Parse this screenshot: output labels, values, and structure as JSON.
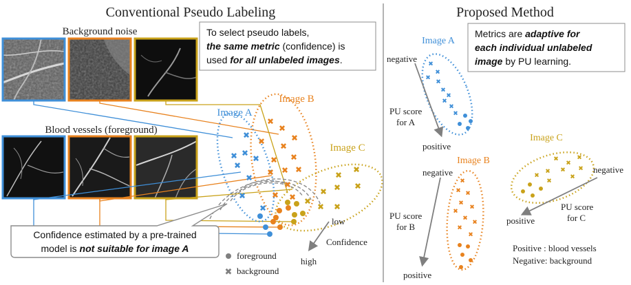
{
  "colors": {
    "image_a": "#3f8fd8",
    "image_b": "#e8821e",
    "image_c": "#c9a21a",
    "marker_gray": "#7f7f7f",
    "divider": "#9a9a9a"
  },
  "left": {
    "title": "Conventional Pseudo Labeling",
    "background_noise_label": "Background noise",
    "blood_vessels_label": "Blood vessels (foreground)",
    "note_line1": "To select pseudo labels,",
    "note_line2_bold": "the same metric",
    "note_line2_rest": " (confidence) is",
    "note_line3_normal": "used ",
    "note_line3_bold": "for all unlabeled images",
    "note_line3_end": ".",
    "image_a": "Image A",
    "image_b": "Image B",
    "image_c": "Image C",
    "low": "low",
    "confidence": "Confidence",
    "high": "high",
    "callout_line1": "Confidence estimated by a pre-trained",
    "callout_line2_normal": "model is ",
    "callout_line2_bold": "not suitable for image A",
    "legend_foreground": "foreground",
    "legend_background": "background"
  },
  "right": {
    "title": "Proposed Method",
    "note_line1_normal": "Metrics are ",
    "note_line1_bold": "adaptive for",
    "note_line2_bold": "each individual unlabeled",
    "note_line3_bold": "image",
    "note_line3_rest": " by PU learning.",
    "image_a": "Image A",
    "image_b": "Image B",
    "image_c": "Image C",
    "a_negative": "negative",
    "a_score_line1": "PU score",
    "a_score_line2": "for A",
    "a_positive": "positive",
    "b_negative": "negative",
    "b_score_line1": "PU score",
    "b_score_line2": "for B",
    "b_positive": "positive",
    "c_negative": "negative",
    "c_score_line1": "PU score",
    "c_score_line2": "for C",
    "c_positive": "positive",
    "legend_positive": "Positive : blood vessels",
    "legend_negative": "Negative: background"
  }
}
